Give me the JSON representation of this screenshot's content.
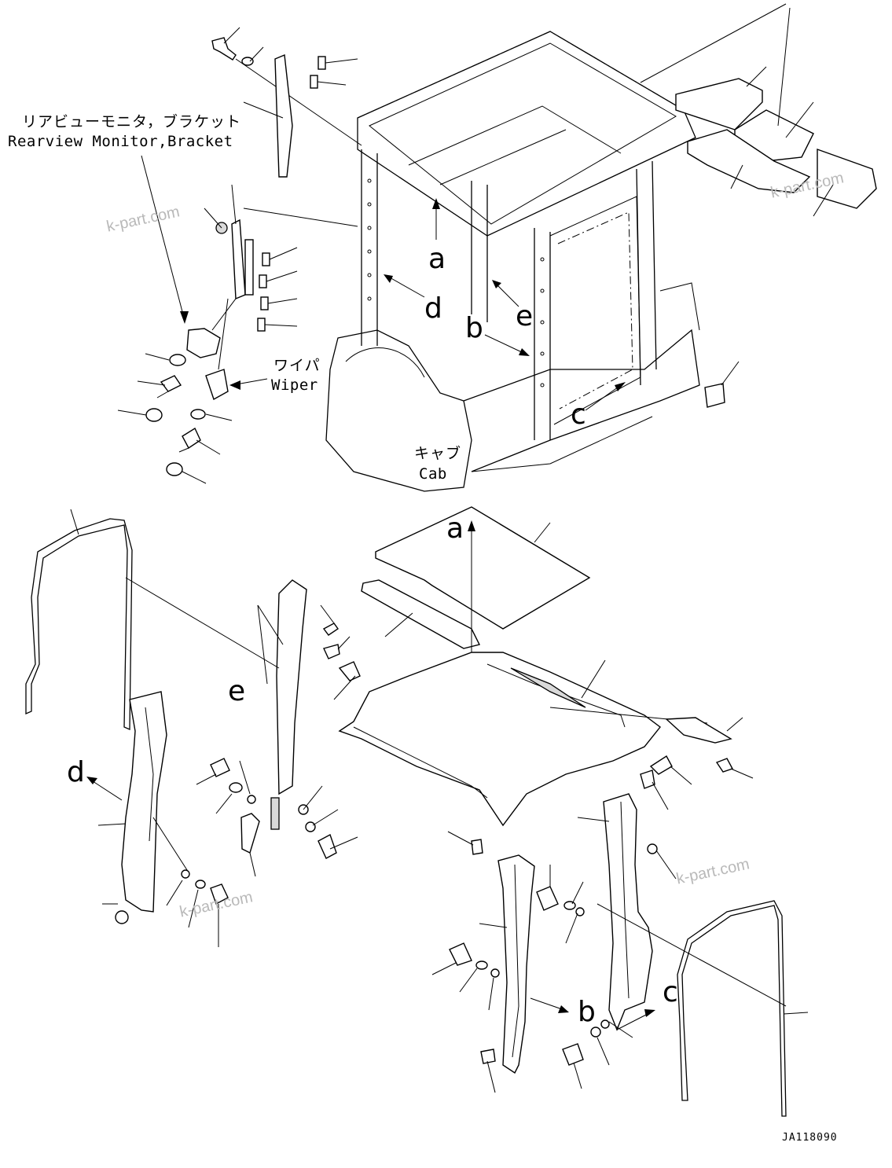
{
  "labels": {
    "rearview_jp": "リアビューモニタ，ブラケット",
    "rearview_en": "Rearview Monitor,Bracket",
    "wiper_jp": "ワイパ",
    "wiper_en": "Wiper",
    "cab_jp": "キャブ",
    "cab_en": "Cab"
  },
  "view_markers": [
    "a",
    "b",
    "c",
    "d",
    "e"
  ],
  "watermark": "k-part.com",
  "drawing_code": "JA118090"
}
